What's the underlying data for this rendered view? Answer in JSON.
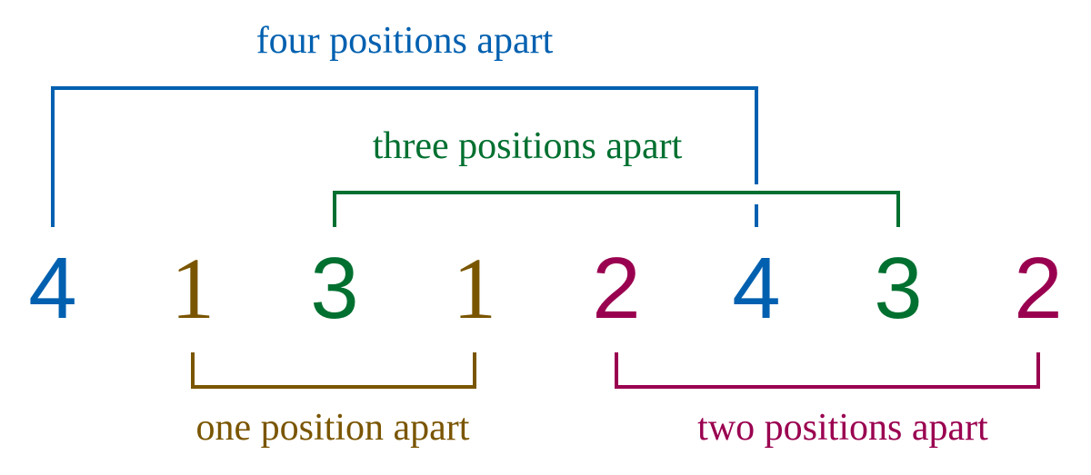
{
  "colors": {
    "four": "#0060b0",
    "three": "#007030",
    "one": "#7a5500",
    "two": "#9a0050"
  },
  "sequence": [
    {
      "digit": "4",
      "color_key": "four"
    },
    {
      "digit": "1",
      "color_key": "one"
    },
    {
      "digit": "3",
      "color_key": "three"
    },
    {
      "digit": "1",
      "color_key": "one"
    },
    {
      "digit": "2",
      "color_key": "two"
    },
    {
      "digit": "4",
      "color_key": "four"
    },
    {
      "digit": "3",
      "color_key": "three"
    },
    {
      "digit": "2",
      "color_key": "two"
    }
  ],
  "brackets": [
    {
      "label": "four positions apart",
      "from": 0,
      "to": 5,
      "color_key": "four",
      "side": "above"
    },
    {
      "label": "three positions apart",
      "from": 2,
      "to": 6,
      "color_key": "three",
      "side": "above"
    },
    {
      "label": "one position apart",
      "from": 1,
      "to": 3,
      "color_key": "one",
      "side": "below"
    },
    {
      "label": "two positions apart",
      "from": 4,
      "to": 7,
      "color_key": "two",
      "side": "below"
    }
  ]
}
